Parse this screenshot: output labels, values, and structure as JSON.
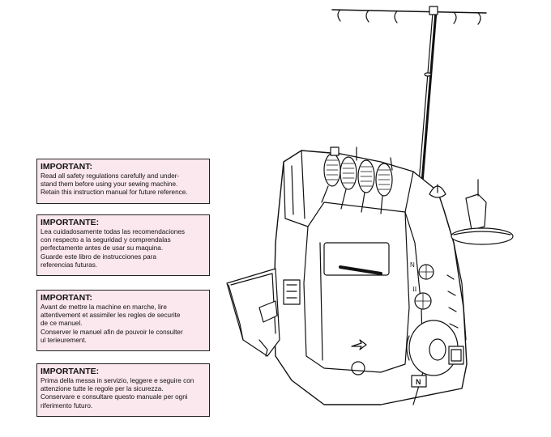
{
  "notices": [
    {
      "heading": "IMPORTANT:",
      "body": "Read all safety regulations carefully and under-\nstand them before using your sewing machine.\nRetain this instruction manual for future reference."
    },
    {
      "heading": "IMPORTANTE:",
      "body": "Lea cuidadosamente todas las recomendaciones\ncon respecto a la seguridad y comprendalas\nperfectamente antes de usar su maquina.\nGuarde este libro de instrucciones para\nreferencias futuras."
    },
    {
      "heading": "IMPORTANT:",
      "body": "Avant de mettre la machine en marche, lire\nattentivement et assimiler les regles de securite\nde ce manuel.\nConserver le manuel afin de pouvoir le consulter\nul terieurement."
    },
    {
      "heading": "IMPORTANTE:",
      "body": "Prima della messa in servizio, leggere e seguire con\nattenzione tutte le regole per la sicurezza.\nConservare e consultare questo manuale per ogni\nriferimento futuro."
    }
  ],
  "illustration": {
    "subject": "serger-machine-illustration",
    "dial_labels": [
      "II",
      "N"
    ],
    "badge_text": "N"
  },
  "colors": {
    "notice_background": "#fbe7ee",
    "border": "#222222"
  }
}
